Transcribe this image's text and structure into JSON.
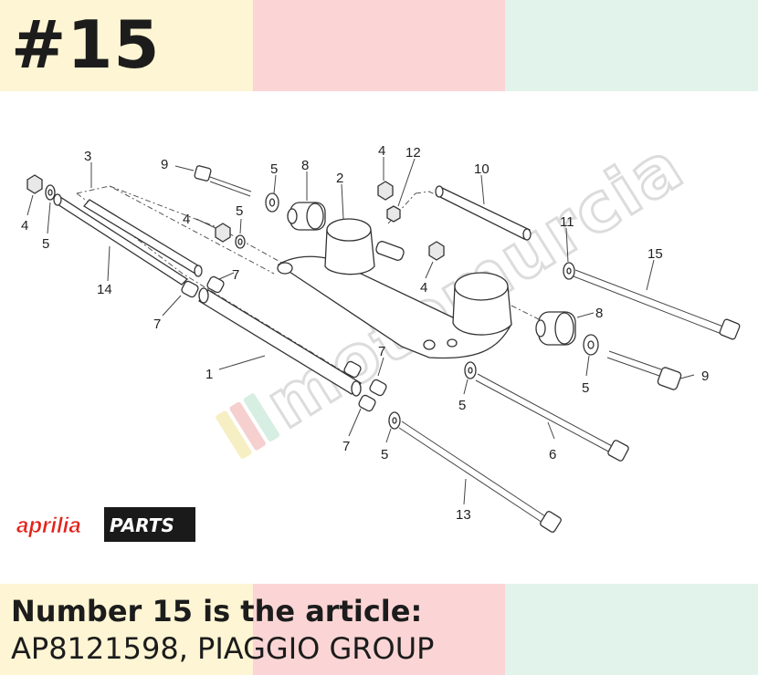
{
  "header": {
    "title": "#15"
  },
  "footer": {
    "line1": "Number 15 is the article:",
    "line2": "AP8121598, PIAGGIO GROUP"
  },
  "diagram": {
    "callouts": [
      "1",
      "2",
      "3",
      "4",
      "4",
      "4",
      "4",
      "5",
      "5",
      "5",
      "5",
      "5",
      "5",
      "6",
      "7",
      "7",
      "7",
      "7",
      "8",
      "8",
      "9",
      "9",
      "10",
      "11",
      "12",
      "13",
      "14",
      "15"
    ]
  },
  "logo": {
    "brand": "aprilia",
    "suffix": "PARTS"
  },
  "watermark": {
    "text": "motomurcia"
  },
  "colors": {
    "band_yellow": "#fdf5d3",
    "band_pink": "#fbd5d5",
    "band_mint": "#e2f3eb",
    "aprilia_red": "#e2231a",
    "parts_black": "#1a1a1a"
  }
}
